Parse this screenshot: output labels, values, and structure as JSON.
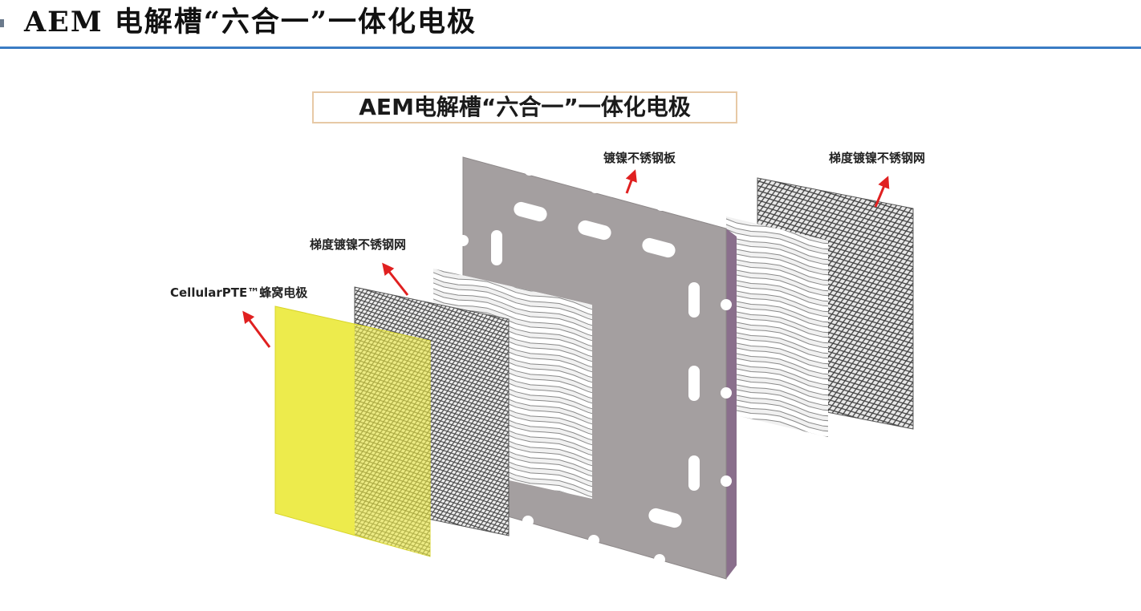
{
  "header": {
    "title": "AEM 电解槽“六合一”一体化电极"
  },
  "diagram": {
    "title": "AEM电解槽“六合一”一体化电极",
    "labels": {
      "plate": "镀镍不锈钢板",
      "mesh_right": "梯度镀镍不锈钢网",
      "mesh_left": "梯度镀镍不锈钢网",
      "cellular": "CellularPTE™蜂窝电极"
    },
    "colors": {
      "title_rule": "#3a7cc4",
      "title_box_border": "#e7c9a6",
      "cellular_electrode": "#ecea3e",
      "plate": "#a49fa0",
      "plate_edge": "#8a6f8c",
      "arrow": "#e02020"
    }
  }
}
